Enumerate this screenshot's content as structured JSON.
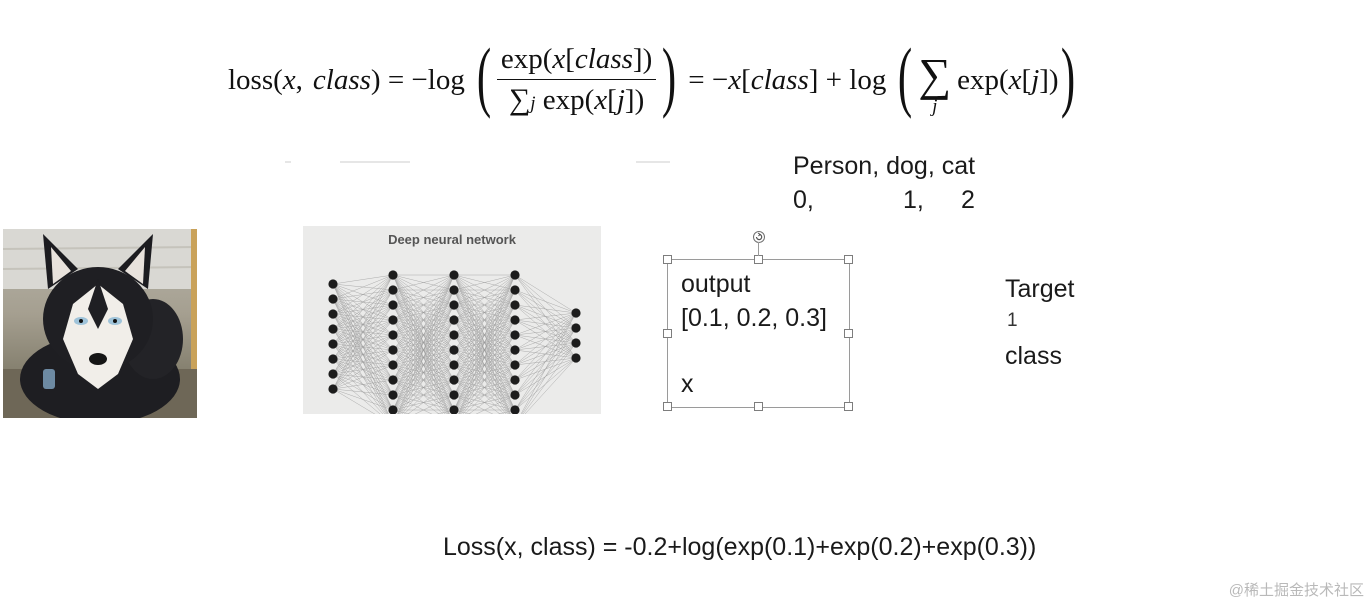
{
  "formula": {
    "t1": "loss(",
    "t2": "x",
    "t3": ",",
    "t4": "class",
    "t5": ") = −log",
    "open1": "(",
    "num1": "exp(",
    "num2": "x",
    "num3": "[",
    "num4": "class",
    "num5": "])",
    "den1": "∑",
    "den2": "j",
    "den3": "exp(",
    "den4": "x",
    "den5": "[",
    "den6": "j",
    "den7": "])",
    "close1": ")",
    "t6": "= −",
    "t7": "x",
    "t8": "[",
    "t9": "class",
    "t10": "] + log",
    "open2": "(",
    "sum": "∑",
    "sum_sub": "j",
    "t11": "exp(",
    "t12": "x",
    "t13": "[",
    "t14": "j",
    "t15": "])",
    "close2": ")"
  },
  "classes": {
    "names": "Person, dog, cat",
    "idx0": "0,",
    "idx1": "1,",
    "idx2": "2"
  },
  "network": {
    "title": "Deep neural network"
  },
  "output_box": {
    "line1": "output",
    "line2": "[0.1, 0.2, 0.3]",
    "line3": "x"
  },
  "target": {
    "label": "Target",
    "value": "1",
    "class_label": "class"
  },
  "loss_example": "Loss(x, class) = -0.2+log(exp(0.1)+exp(0.2)+exp(0.3))",
  "watermark": "@稀土掘金技术社区",
  "colors": {
    "text": "#1a1a1a",
    "node": "#1c1c1c",
    "edge": "#9a9a9a",
    "nn_bg": "#ebebea",
    "border": "#9a9a9a"
  }
}
